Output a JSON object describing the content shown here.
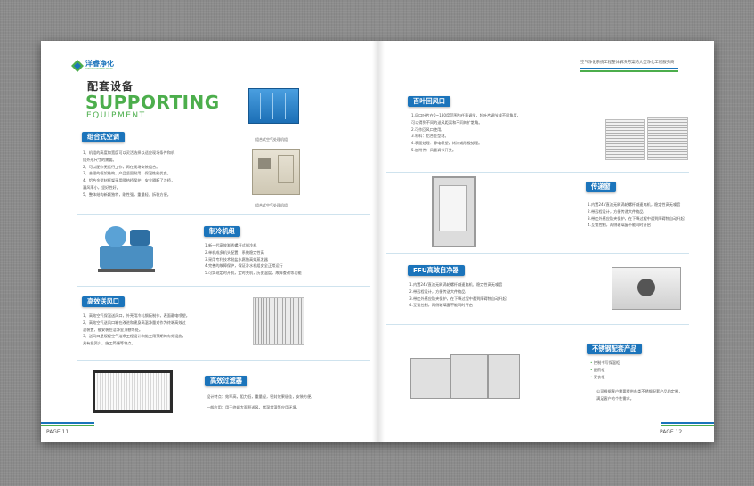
{
  "brand": {
    "name": "洋睿净化",
    "sub": "YANGRUI PURIFICATION"
  },
  "right_header": "空气净化系统工程整体解决方案的大型净化工程服务商",
  "left": {
    "title_cn": "配套设备",
    "title_en_1": "SUPPORTING",
    "title_en_2": "EQUIPMENT",
    "captions": {
      "ahu1": "组合式空气处理机组",
      "ahu2": "组合式空气处理机组"
    },
    "sections": [
      {
        "label": "组合式空调",
        "lines": [
          "1、机组的高度和宽度可以灵活选择以适应现场条件和机",
          "组外形尺寸的需要。",
          "2、可以配作无运行工作，再在现场安装组合。",
          "3、合理的框架结构，产品坚固耐用，保温性能优良。",
          "4、铝合金型材框架采用隔热桥保护，安全隔断了冷桥，",
          "漏风率小，坚好性好。",
          "5、整体结构新颖独特，刚性强，重量轻，拆装方便。"
        ]
      },
      {
        "label": "制冷机组",
        "lines": [
          "1.新一代高效渐秀螺杆式制冷机",
          "2.单机成多机头配置，系统稳定性高",
          "3.采用专利技术耐盐水腐蚀高效蒸发器",
          "4.完善的故障保护，保证冷水机组安全正常运行",
          "5.可实现定时开机，定时关机，历史温度，故障查询等功能"
        ]
      },
      {
        "label": "高效送风口",
        "lines": [
          "1、高效空气保温送风口，外壳用冷轧钢板制作，表面静电喷塑。",
          "2、高效空气送风口箱在改进和建身高温净量对作为终端高效过",
          "滤装置，被安装在洁净室顶棚等处。",
          "3、送风口是规程空气洁净工程设计和施工用预期的有效设施，",
          "具有投资少，施工简便等特点。"
        ]
      },
      {
        "label": "高效过滤器",
        "lines": [
          "设计特点：效率高，阻力低，重量轻，密封效果极佳，安装方便。",
          "一般应用：用于终端大面积送风，常温常湿等应用环境。"
        ]
      }
    ],
    "page_number": "PAGE 11"
  },
  "right": {
    "sections": [
      {
        "label": "百叶回风口",
        "lines": [
          "1.风口叶片在0~180度范围内任意调节，将叶片调节成不同角度，",
          "可以得到不同的送风距离和不同的扩散角。",
          "2.可作回风口使用。",
          "3.材料：铝合金型材。",
          "4.表面处理：静电喷塑，烤漆或阳极处理。",
          "5.加附件：风量调节开关。"
        ]
      },
      {
        "label": "传递窗",
        "lines": [
          "1.内置24V直流无刷涡轮螺杆减速电机，稳定性高无噪音",
          "2.带远程设计，方便传递大件物品",
          "3.带红外感应防夹保护，在下降过程中遇到障碍物自动升起",
          "4.互锁控制，两侧玻璃窗不能同时开启"
        ]
      },
      {
        "label": "FFU高效自净器",
        "lines": [
          "1.内置24V直流无刷涡轮螺杆减速电机，稳定性高无噪音",
          "2.带远程设计，方便传送大件物品",
          "3.带红外感应防夹保护，在下降过程中遇到障碍物自动升起",
          "4.互锁控制，两侧玻璃窗不能同时开启"
        ]
      },
      {
        "label": "不锈钢配套产品",
        "lines": [
          "控制书写保温柜",
          "配药柜",
          "更衣柜",
          "公司根据客户需要提供各类不锈钢配套产品的定制，",
          "满足客户的个性需求。"
        ]
      }
    ],
    "page_number": "PAGE 12"
  },
  "colors": {
    "accent_blue": "#1b74bb",
    "accent_green": "#4cae4c"
  }
}
